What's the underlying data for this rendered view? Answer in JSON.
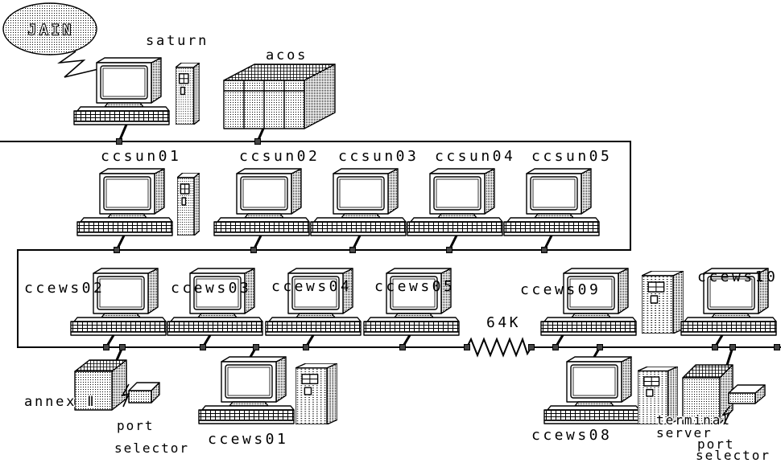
{
  "diagram": {
    "external_network": "JAIN",
    "backbone": {
      "saturn": "saturn",
      "acos": "acos"
    },
    "sun_segment": [
      "ccsun01",
      "ccsun02",
      "ccsun03",
      "ccsun04",
      "ccsun05"
    ],
    "ews_segment": [
      "ccews02",
      "ccews03",
      "ccews04",
      "ccews05",
      "ccews01"
    ],
    "annex": "annex Ⅱ",
    "port_selector_left": {
      "line1": "port",
      "line2": "selector"
    },
    "remote_link": "64K",
    "remote_segment": [
      "ccews09",
      "ccews10",
      "ccews08"
    ],
    "terminal_server": {
      "line1": "terminal",
      "line2": "server"
    },
    "port_selector_right": {
      "line1": "port",
      "line2": "selector"
    }
  }
}
